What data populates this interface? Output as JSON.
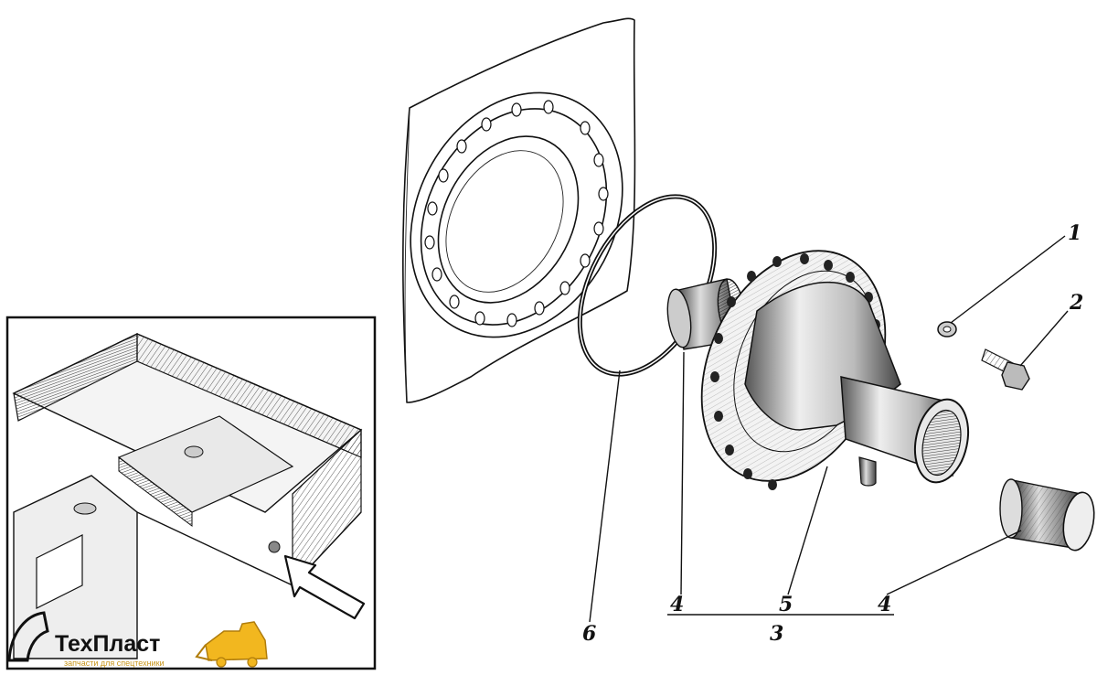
{
  "callouts": {
    "c1": "1",
    "c2": "2",
    "c3": "3",
    "c4a": "4",
    "c4b": "4",
    "c5": "5",
    "c6": "6"
  },
  "logo": {
    "name": "ТехПласт",
    "tagline": "запчасти для спецтехники",
    "accent_color": "#f2b71f"
  },
  "colors": {
    "ink": "#111111",
    "paper": "#ffffff"
  }
}
